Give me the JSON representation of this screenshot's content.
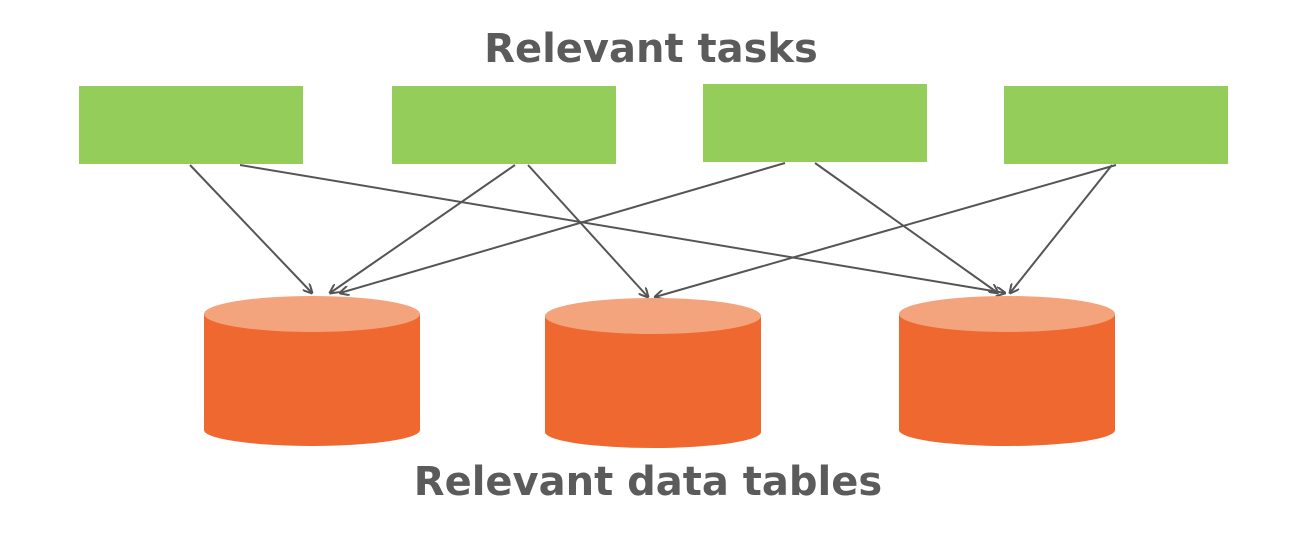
{
  "diagram": {
    "top_title": "Relevant tasks",
    "bottom_title": "Relevant data tables",
    "colors": {
      "task_box": "#95cd5b",
      "cylinder_body": "#ef682f",
      "cylinder_top": "#f4a47d",
      "arrow": "#555555",
      "text": "#5b5b5b"
    },
    "tasks": [
      {
        "id": "task-1",
        "label": ""
      },
      {
        "id": "task-2",
        "label": ""
      },
      {
        "id": "task-3",
        "label": ""
      },
      {
        "id": "task-4",
        "label": ""
      }
    ],
    "tables": [
      {
        "id": "table-1",
        "label": ""
      },
      {
        "id": "table-2",
        "label": ""
      },
      {
        "id": "table-3",
        "label": ""
      }
    ],
    "connections": [
      {
        "from": "task-1",
        "to": "table-1"
      },
      {
        "from": "task-1",
        "to": "table-3"
      },
      {
        "from": "task-2",
        "to": "table-1"
      },
      {
        "from": "task-2",
        "to": "table-2"
      },
      {
        "from": "task-3",
        "to": "table-1"
      },
      {
        "from": "task-3",
        "to": "table-3"
      },
      {
        "from": "task-4",
        "to": "table-2"
      },
      {
        "from": "task-4",
        "to": "table-3"
      }
    ]
  }
}
